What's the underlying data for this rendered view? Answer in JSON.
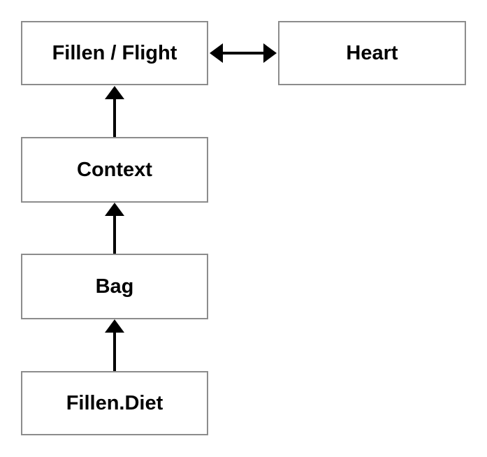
{
  "diagram": {
    "background_color": "#ffffff",
    "node_border_color": "#8c8c8c",
    "node_fill_color": "#ffffff",
    "arrow_color": "#000000",
    "text_color": "#000000",
    "nodes": [
      {
        "id": "fillen-flight",
        "label": "Fillen / Flight"
      },
      {
        "id": "heart",
        "label": "Heart"
      },
      {
        "id": "context",
        "label": "Context"
      },
      {
        "id": "bag",
        "label": "Bag"
      },
      {
        "id": "fillen-diet",
        "label": "Fillen.Diet"
      }
    ],
    "edges": [
      {
        "from": "fillen-flight",
        "to": "heart",
        "style": "double-headed-arrow",
        "direction": "horizontal"
      },
      {
        "from": "context",
        "to": "fillen-flight",
        "style": "arrow",
        "direction": "up"
      },
      {
        "from": "bag",
        "to": "context",
        "style": "arrow",
        "direction": "up"
      },
      {
        "from": "fillen-diet",
        "to": "bag",
        "style": "arrow",
        "direction": "up"
      }
    ]
  }
}
